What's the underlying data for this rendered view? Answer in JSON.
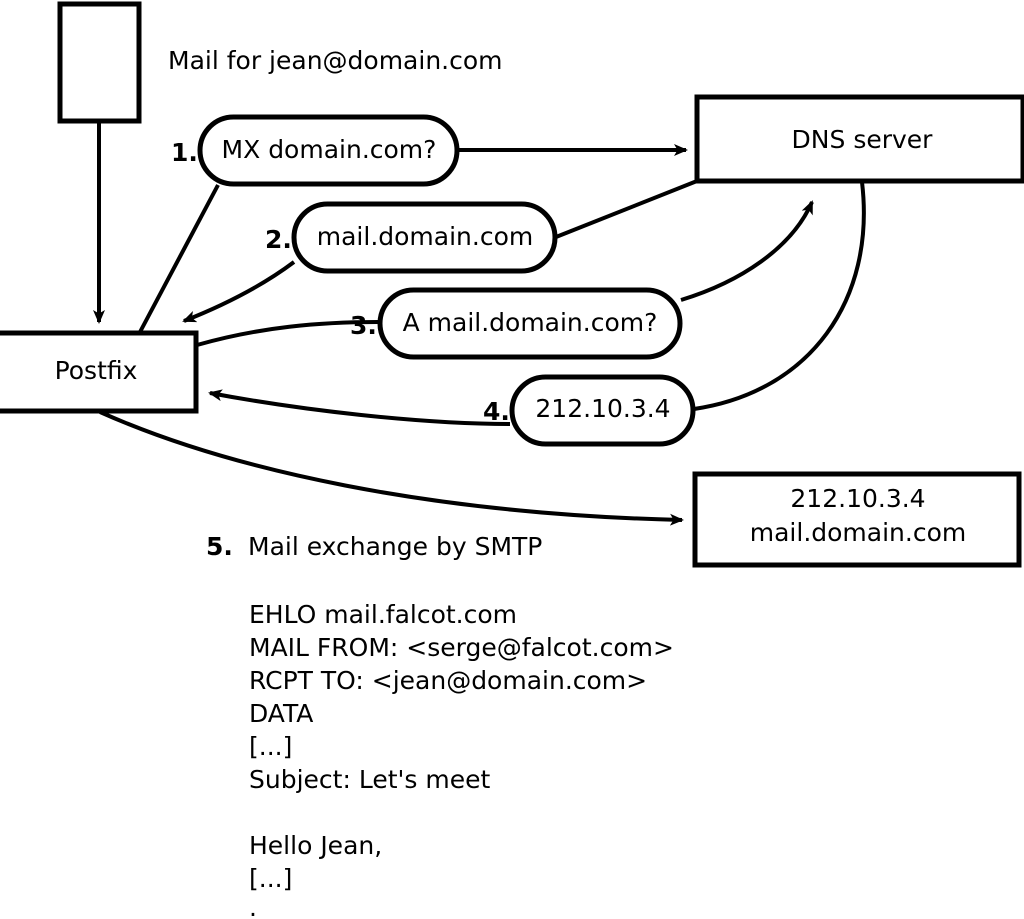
{
  "diagram": {
    "title_note": "Mail for jean@domain.com",
    "nodes": {
      "sender_box": {
        "label": ""
      },
      "postfix": {
        "label": "Postfix"
      },
      "dns_server": {
        "label": "DNS server"
      },
      "target_server": {
        "line1": "212.10.3.4",
        "line2": "mail.domain.com"
      }
    },
    "steps": [
      {
        "number": "1.",
        "label": "MX domain.com?"
      },
      {
        "number": "2.",
        "label": "mail.domain.com"
      },
      {
        "number": "3.",
        "label": "A mail.domain.com?"
      },
      {
        "number": "4.",
        "label": "212.10.3.4"
      }
    ],
    "smtp_step": {
      "number": "5.",
      "label": "Mail exchange by SMTP"
    },
    "smtp_transcript": [
      "EHLO mail.falcot.com",
      "MAIL FROM: <serge@falcot.com>",
      "RCPT TO: <jean@domain.com>",
      "DATA",
      "[...]",
      "Subject: Let's meet",
      "",
      "Hello Jean,",
      "[...]",
      "."
    ],
    "colors": {
      "stroke": "#000000",
      "fill": "#ffffff",
      "background": "#ffffff"
    }
  }
}
